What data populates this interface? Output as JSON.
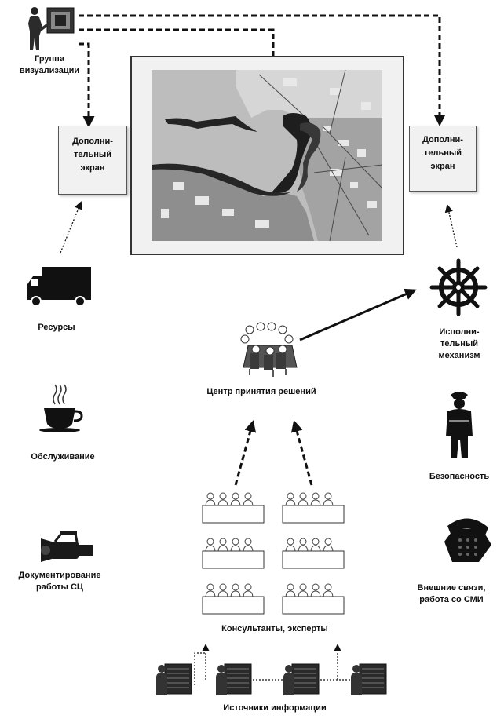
{
  "labels": {
    "viz_group": "Группа\nвизуализации",
    "extra_screen_left": "Дополни-\nтельный\nэкран",
    "extra_screen_right": "Дополни-\nтельный\nэкран",
    "resources": "Ресурсы",
    "executive": "Исполни-\nтельный\nмеханизм",
    "decision_center": "Центр принятия решений",
    "service": "Обслуживание",
    "security": "Безопасность",
    "documentation": "Документирование\nработы СЦ",
    "external": "Внешние связи,\nработа со СМИ",
    "consultants": "Консультанты, эксперты",
    "sources": "Источники информации"
  },
  "icons": {
    "viz_group": "presenter-at-board-icon",
    "main_screen": "satellite-map-image",
    "resources": "truck-icon",
    "executive": "ship-wheel-icon",
    "decision_center": "meeting-table-icon",
    "service": "coffee-cup-icon",
    "security": "guard-icon",
    "documentation": "video-camera-icon",
    "external": "telephone-icon",
    "consultants": "expert-group-table-icon",
    "sources": "server-operator-icon"
  },
  "colors": {
    "line": "#111111",
    "box_fill": "#f1f1f1",
    "map_water": "#8e8e8e"
  }
}
